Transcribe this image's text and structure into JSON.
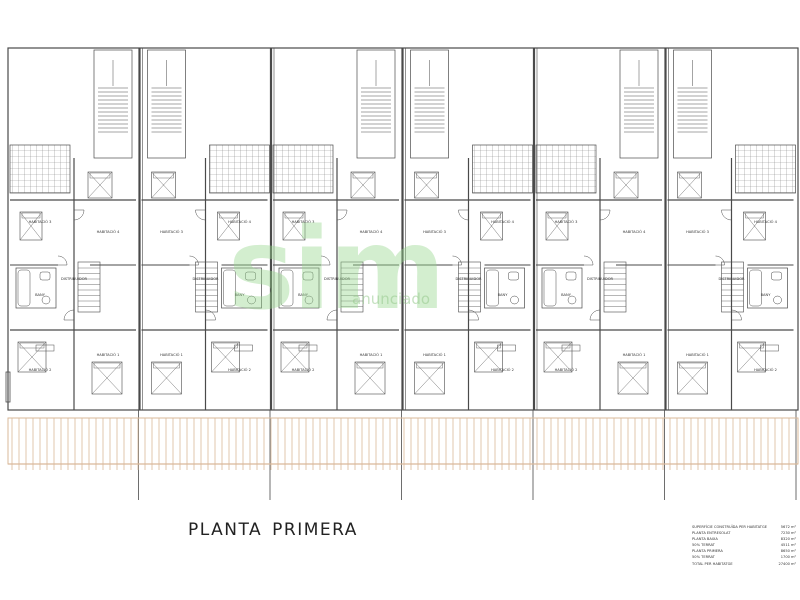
{
  "title": {
    "word1": "PLANTA",
    "word2": "PRIMERA"
  },
  "room_labels": {
    "hab1": "HABITACIÓ 1",
    "hab2": "HABITACIÓ 2",
    "hab3": "HABITACIÓ 3",
    "hab4": "HABITACIÓ 4",
    "distribuidor": "DISTRIBUIDOR",
    "bany": "BANY"
  },
  "units": 6,
  "surface_table": [
    {
      "label": "SUPERFÍCIE CONSTRUÏDA PER HABITATGE",
      "value": "5672 m²"
    },
    {
      "label": "PLANTA ENTRESOLAT",
      "value": "7230 m²"
    },
    {
      "label": "PLANTA BAIXA",
      "value": "8320 m²"
    },
    {
      "label": "50% TERRAT",
      "value": "4511 m²"
    },
    {
      "label": "PLANTA PRIMERA",
      "value": "8650 m²"
    },
    {
      "label": "50% TERRAT",
      "value": "1700 m²"
    },
    {
      "label": "TOTAL PER HABITATGE",
      "value": "27400 m²"
    }
  ],
  "watermark": {
    "main": "sim",
    "sub": "anunciado"
  },
  "colors": {
    "line": "#4a4a4a",
    "deck": "#d9b99a",
    "hatch": "#8a8a8a"
  }
}
